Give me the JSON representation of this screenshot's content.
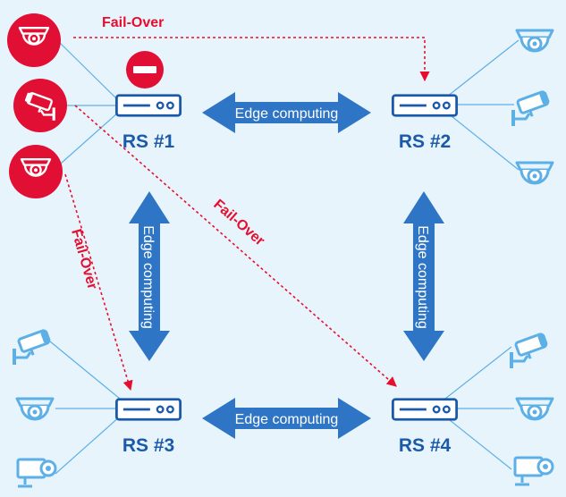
{
  "servers": [
    {
      "id": "rs1",
      "label": "RS #1"
    },
    {
      "id": "rs2",
      "label": "RS #2"
    },
    {
      "id": "rs3",
      "label": "RS #3"
    },
    {
      "id": "rs4",
      "label": "RS #4"
    }
  ],
  "edge_links": [
    {
      "id": "rs1-rs2",
      "label": "Edge computing",
      "orientation": "horizontal"
    },
    {
      "id": "rs3-rs4",
      "label": "Edge computing",
      "orientation": "horizontal"
    },
    {
      "id": "rs1-rs3",
      "label": "Edge computing",
      "orientation": "vertical"
    },
    {
      "id": "rs2-rs4",
      "label": "Edge computing",
      "orientation": "vertical"
    }
  ],
  "failover": [
    {
      "id": "to-rs2",
      "label": "Fail-Over"
    },
    {
      "id": "to-rs4",
      "label": "Fail-Over"
    },
    {
      "id": "to-rs3",
      "label": "Fail-Over"
    }
  ],
  "status": {
    "rs1": "stop"
  },
  "colors": {
    "background": "#e8f4fc",
    "server_blue": "#1b5aa8",
    "arrow_blue": "#2f75c6",
    "camera_line": "#5db0e6",
    "failover_red": "#e60e2e",
    "camera_red_bg": "#e10f34"
  }
}
